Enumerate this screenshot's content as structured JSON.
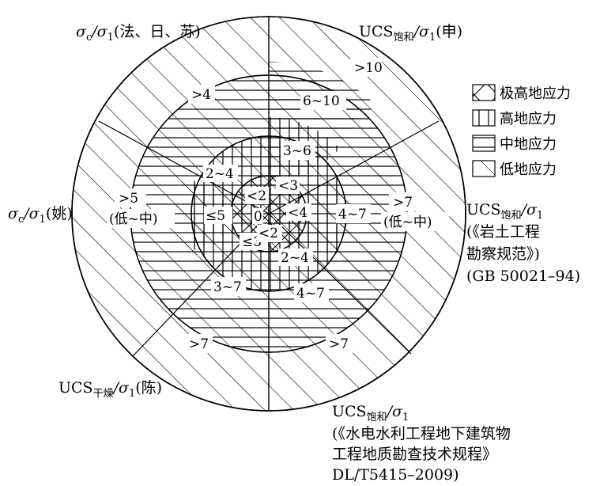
{
  "legend": [
    {
      "key": "extreme",
      "label": "极高地应力",
      "pattern": "cross-hatch"
    },
    {
      "key": "high",
      "label": "高地应力",
      "pattern": "vertical-lines"
    },
    {
      "key": "medium",
      "label": "中地应力",
      "pattern": "horizontal-lines"
    },
    {
      "key": "low",
      "label": "低地应力",
      "pattern": "diagonal-lines"
    }
  ],
  "criteria": {
    "fa_ri_su": {
      "sym": "σ",
      "sub": "c",
      "rest": "/σ",
      "sub2": "1",
      "tail": "(法、日、苏)"
    },
    "shen": {
      "main": "UCS",
      "sub": "饱和",
      "rest": "/σ",
      "sub2": "1",
      "tail": "(申)"
    },
    "yao": {
      "sym": "σ",
      "sub": "c",
      "rest": "/σ",
      "sub2": "1",
      "tail": "(姚)"
    },
    "kancha": {
      "main": "UCS",
      "sub": "饱和",
      "rest": "/σ",
      "sub2": "1",
      "line2": "(《岩土工程",
      "line3": "勘察规范》)",
      "line4": "(GB 50021–94)"
    },
    "chen": {
      "main": "UCS",
      "sub": "干燥",
      "rest": "/σ",
      "sub2": "1",
      "tail": "(陈)"
    },
    "shuidian": {
      "main": "UCS",
      "sub": "饱和",
      "rest": "/σ",
      "sub2": "1",
      "line2": "(《水电水利工程地下建筑物",
      "line3": "工程地质勘查技术规程》",
      "line4": "DL/T5415–2009)"
    }
  },
  "zones": {
    "fa_outer": ">4",
    "shen_outer": ">10",
    "shen_mid": "6~10",
    "shen_inner": "3~6",
    "shen_core": "<3",
    "yao_outer": ">5",
    "yao_outer2": "(低~中)",
    "yao_inner": "≤5",
    "yao_upper": "2~4",
    "yao_core": "<2",
    "yao_lower": "≤3",
    "center": "0",
    "kancha_outer": ">7",
    "kancha_outer2": "(低~中)",
    "kancha_inner": "4~7",
    "kancha_core": "<4",
    "chen_mid": "3~7",
    "chen_core": "<2",
    "chen_outer": ">7",
    "shui_mid": "4~7",
    "shui_inner": "2~4",
    "shui_outer": ">7"
  }
}
